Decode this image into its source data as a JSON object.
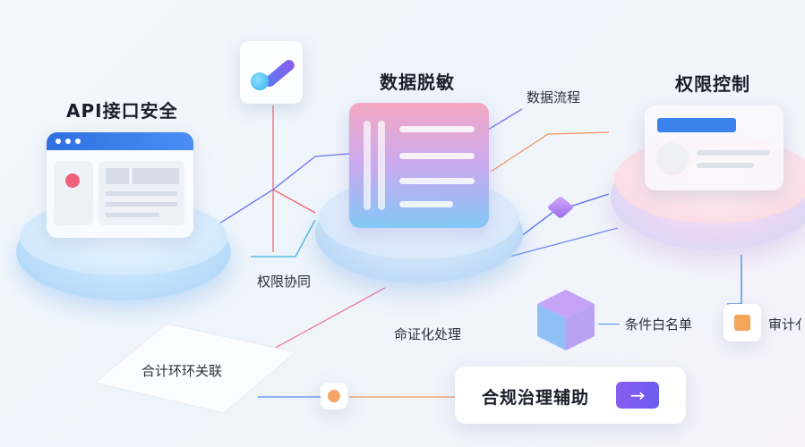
{
  "nodes": {
    "api_security": "API接口安全",
    "data_masking": "数据脱敏",
    "access_control": "权限控制"
  },
  "labels": {
    "data_flow": "数据流程",
    "permission_coordination": "权限协同",
    "proof_processing": "命证化处理",
    "condition_whitelist": "条件白名单",
    "audit_truncated": "审计",
    "audit_partial_char": "亻",
    "compliance_loop": "合计环环关联"
  },
  "cta": {
    "label": "合规治理辅助",
    "arrow": "→"
  },
  "colors": {
    "accent_blue": "#2f6fe0",
    "accent_purple": "#7b5cf0",
    "pink": "#f49ab7",
    "orange": "#f3a55a",
    "line_blue": "#4a8ef0",
    "line_orange": "#f2935c"
  },
  "icons": [
    "brush-icon",
    "window-icon",
    "list-icon",
    "cube-icon",
    "orange-square-icon",
    "arrow-right-icon"
  ]
}
